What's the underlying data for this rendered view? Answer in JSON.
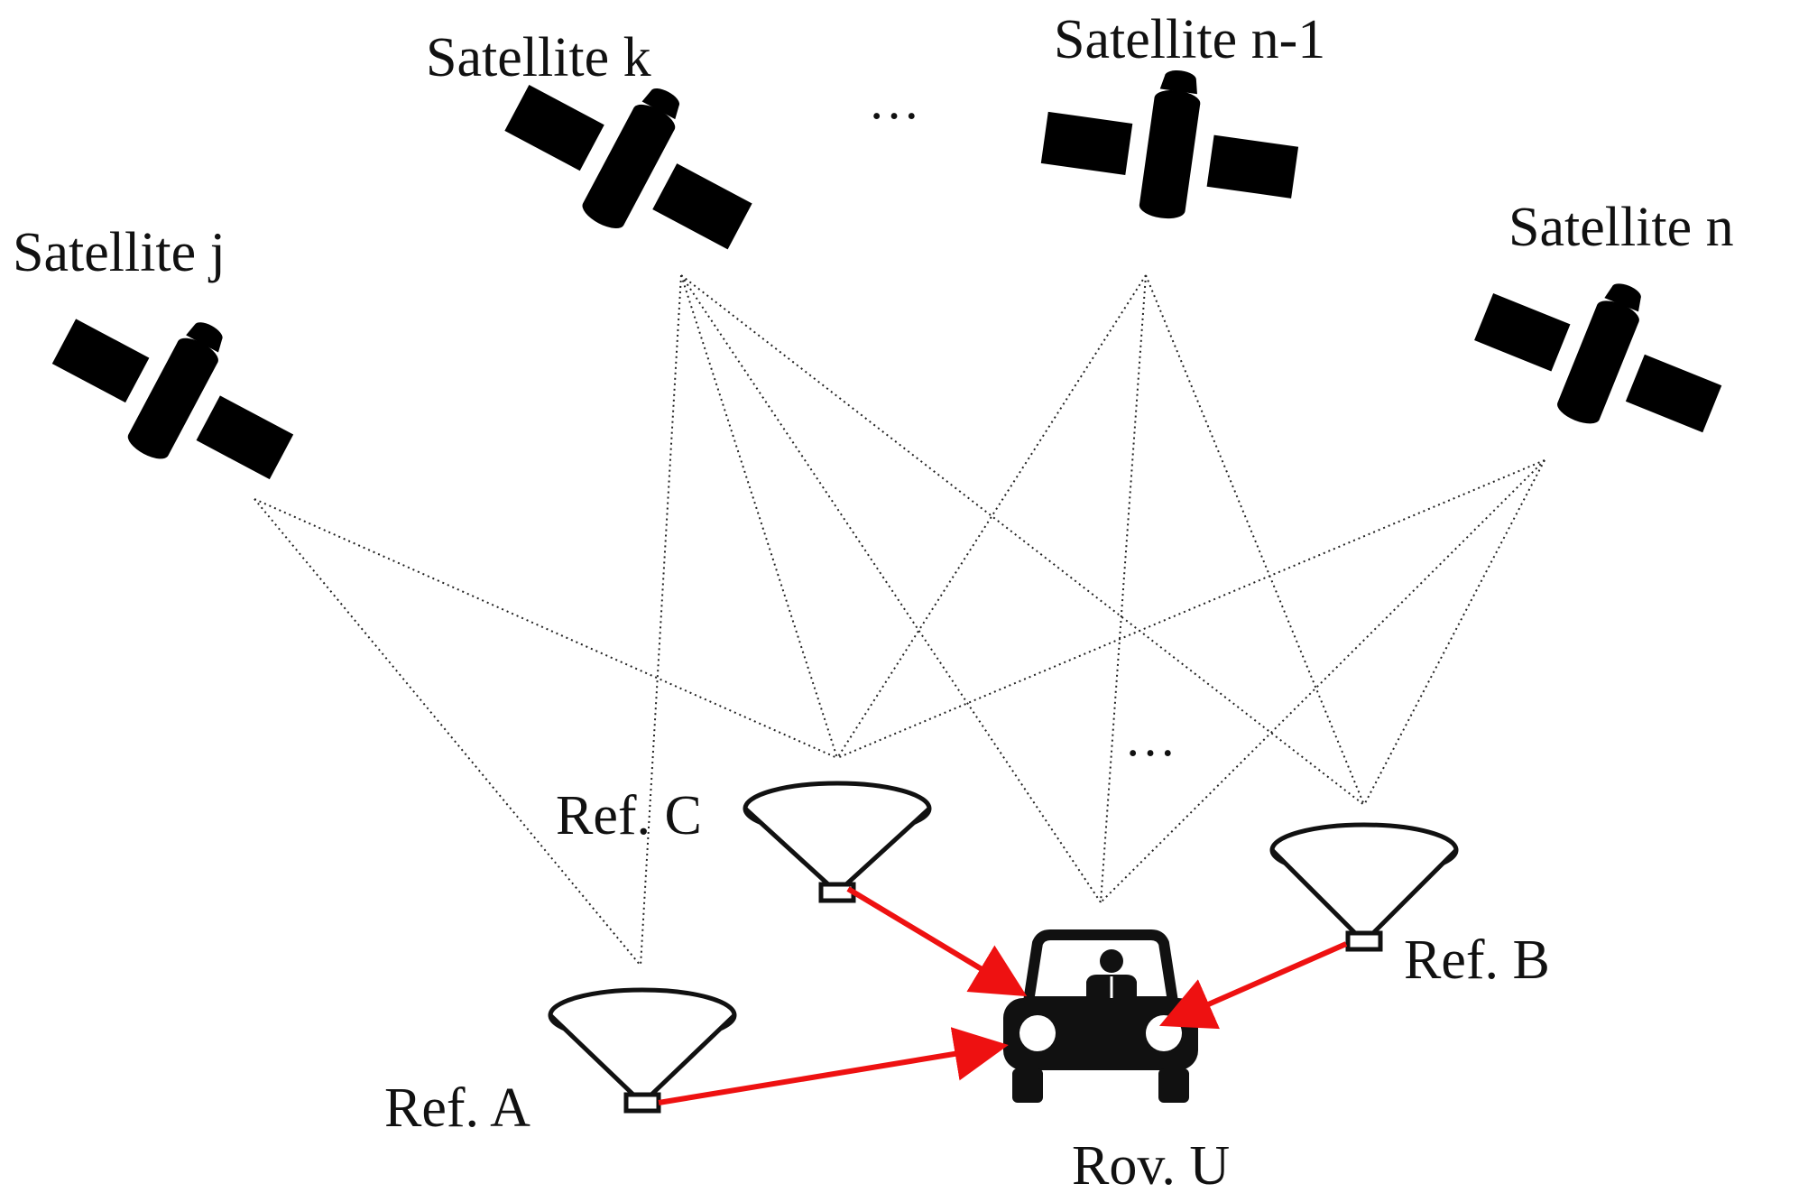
{
  "satellites": {
    "j": "Satellite j",
    "k": "Satellite k",
    "n_minus_1": "Satellite n-1",
    "n": "Satellite n",
    "ellipsis": "···"
  },
  "stations": {
    "ref_a": "Ref. A",
    "ref_b": "Ref. B",
    "ref_c": "Ref. C",
    "ellipsis": "···"
  },
  "rover": {
    "label": "Rov. U"
  },
  "colors": {
    "link": "#ee1111",
    "stroke": "#111111"
  }
}
